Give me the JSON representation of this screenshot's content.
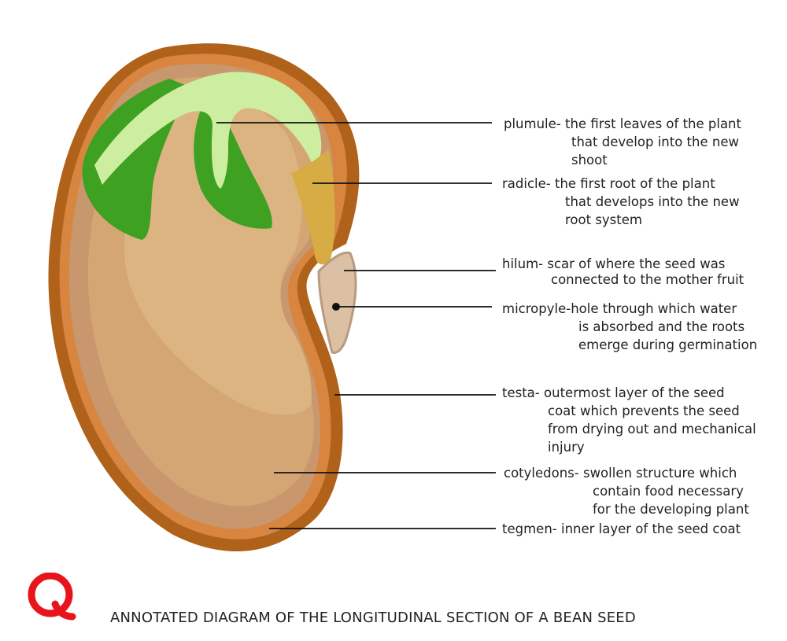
{
  "title": "ANNOTATED DIAGRAM OF THE LONGITUDINAL SECTION OF A BEAN SEED",
  "logo": {
    "letter": "Q",
    "color": "#e8141b",
    "icon": "q-logo-icon"
  },
  "colors": {
    "testa": "#b0611a",
    "tegmen": "#d7853f",
    "cotyledon_shadow": "#c9976d",
    "cotyledon": "#d4a673",
    "cotyledon_light": "#dcb482",
    "plumule_leaf": "#3ea121",
    "plumule_stem": "#cdeea0",
    "radicle": "#d8ac45",
    "hilum": "#dcc0a3",
    "hilum_border": "#b99b80",
    "leader_line": "#111111"
  },
  "annotations": [
    {
      "term": "plumule-",
      "lines": [
        "the first leaves of the plant",
        "that develop into the new",
        "shoot"
      ]
    },
    {
      "term": "radicle-",
      "lines": [
        "the first root of the plant",
        "that develops into the new",
        "root system"
      ]
    },
    {
      "term": "hilum-",
      "lines": [
        "scar of where the seed was",
        "connected to the mother fruit"
      ]
    },
    {
      "term": "micropyle-",
      "lines": [
        "hole through which water",
        "is absorbed and the roots",
        "emerge during germination"
      ]
    },
    {
      "term": "testa-",
      "lines": [
        "outermost layer of the seed",
        "coat which prevents the seed",
        "from drying out and mechanical",
        "injury"
      ]
    },
    {
      "term": "cotyledons-",
      "lines": [
        "swollen structure which",
        "contain food necessary",
        "for the developing plant"
      ]
    },
    {
      "term": "tegmen-",
      "lines": [
        "inner layer of the seed coat"
      ]
    }
  ]
}
